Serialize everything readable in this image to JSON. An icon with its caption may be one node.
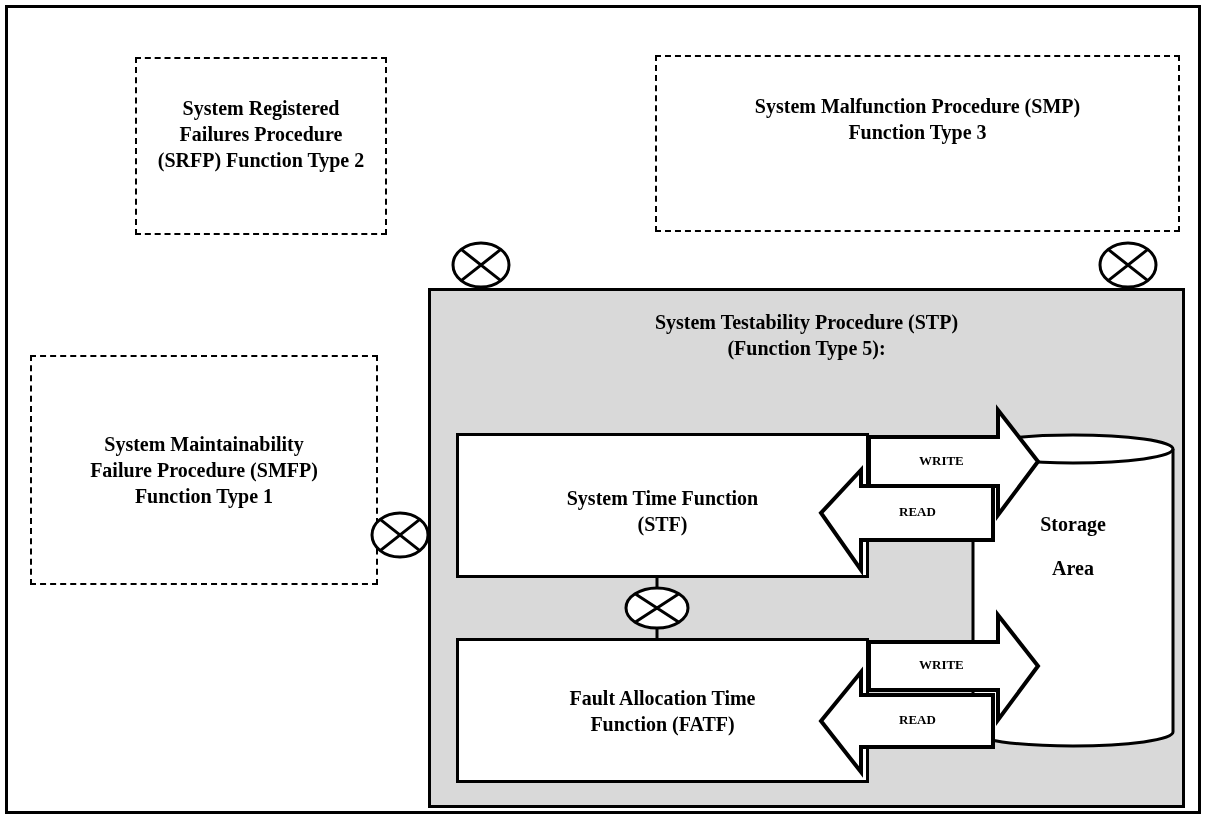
{
  "diagram": {
    "nodes": [
      {
        "text": [
          "System Registered Failures Procedure (SRFP) Function Type 2"
        ]
      },
      {
        "text": [
          "System Malfunction Procedure (SMP) Function Type 3"
        ]
      },
      {
        "text": [
          "System Maintainability Failure Procedure (SMFP) Function Type 1"
        ]
      },
      {
        "text": [
          "System Testability Procedure (STP) (Function Type 5):"
        ]
      },
      {
        "text": [
          "System Time Function (STF)"
        ],
        "in": 3
      },
      {
        "text": [
          "Fault Allocation Time Function (FATF)"
        ],
        "in": 3
      },
      {
        "text": [
          "Storage Area"
        ],
        "in": 3
      },
      {
        "text": [],
        "shape": "circle"
      },
      {
        "text": [],
        "shape": "circle"
      },
      {
        "text": [],
        "shape": "circle"
      },
      {
        "text": [],
        "shape": "circle",
        "in": 3
      }
    ],
    "edges": [
      {
        "from": 4,
        "to": 6,
        "arrow": "to",
        "label": "WRITE",
        "style": "thick"
      },
      {
        "from": 6,
        "to": 4,
        "arrow": "to",
        "label": "READ",
        "style": "thick"
      },
      {
        "from": 5,
        "to": 6,
        "arrow": "to",
        "label": "WRITE",
        "style": "thick"
      },
      {
        "from": 6,
        "to": 5,
        "arrow": "to",
        "label": "READ",
        "style": "thick"
      },
      {
        "from": 10,
        "to": 4,
        "arrow": "none"
      },
      {
        "from": 10,
        "to": 5,
        "arrow": "none"
      }
    ]
  }
}
